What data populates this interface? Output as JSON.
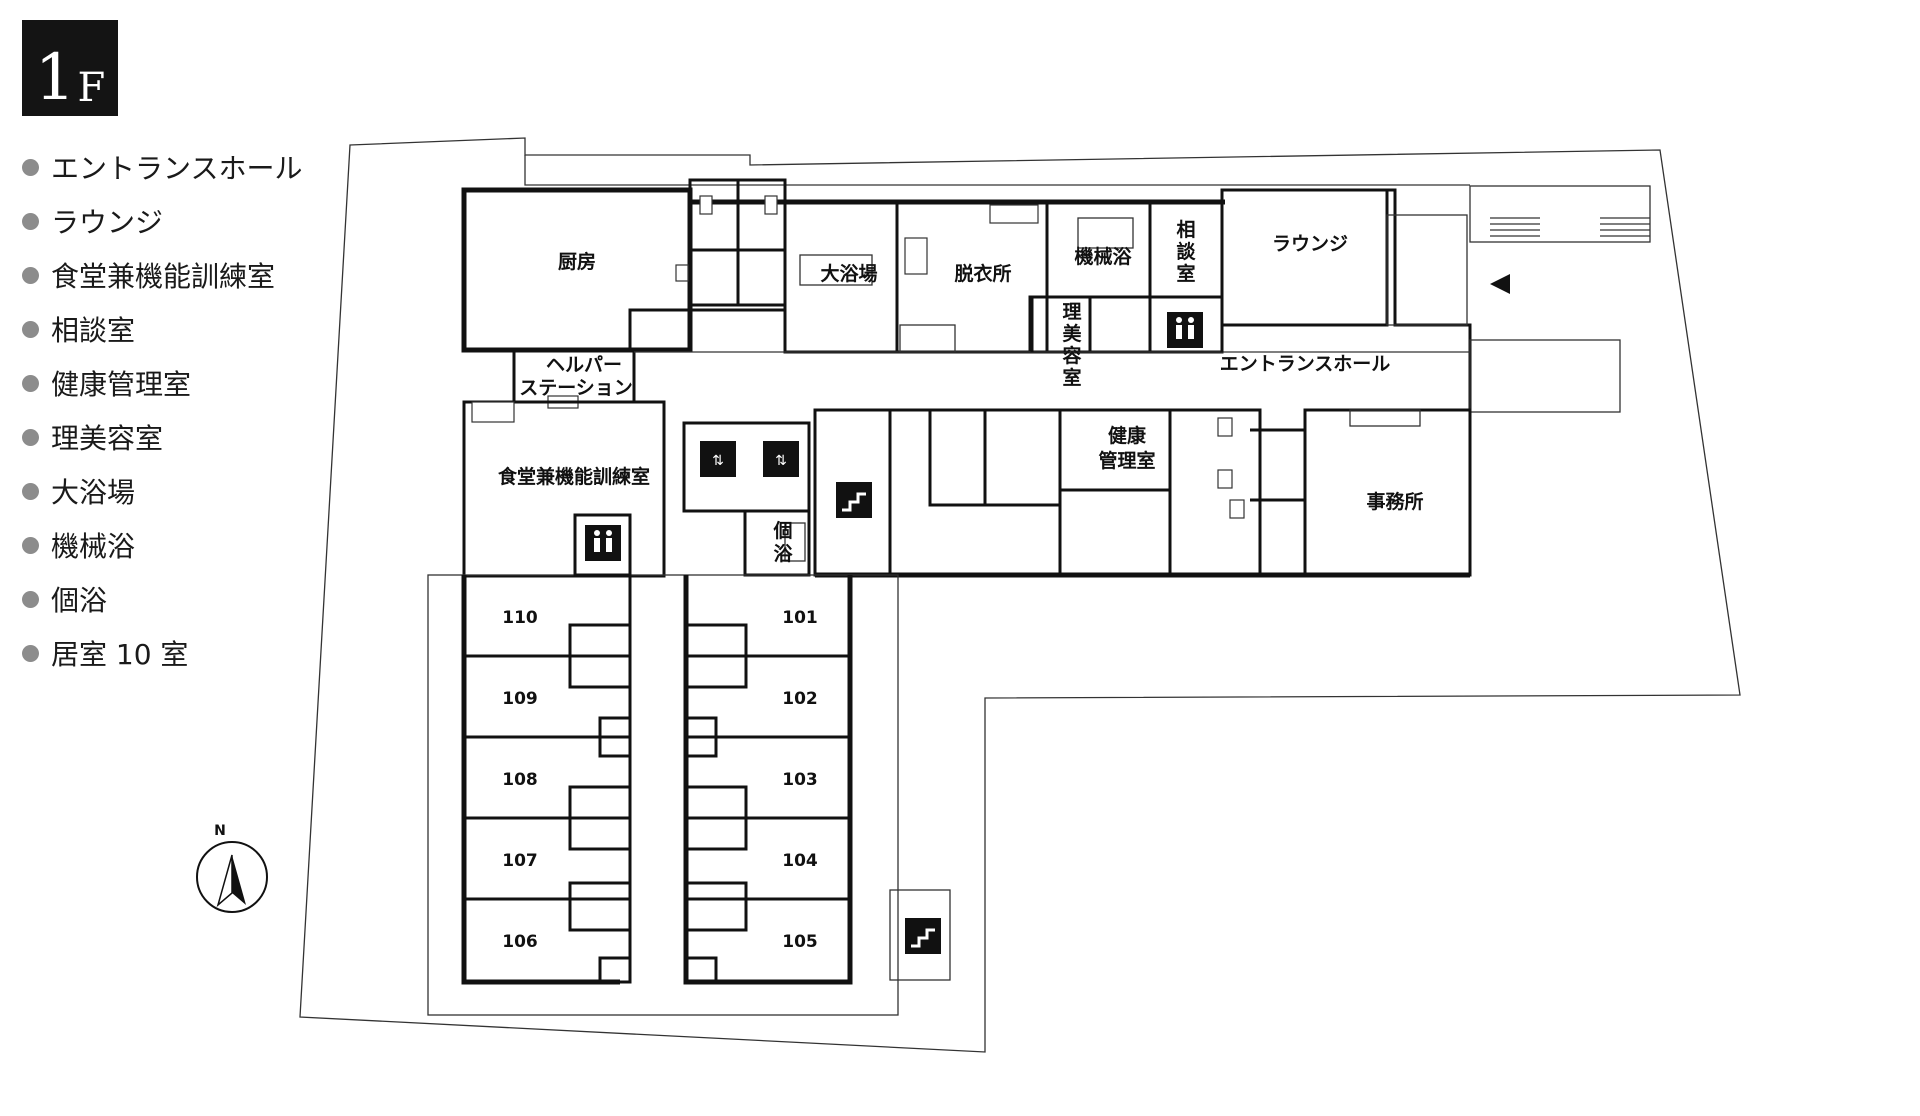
{
  "floor": {
    "number": "1",
    "suffix": "F"
  },
  "legend": [
    "エントランスホール",
    "ラウンジ",
    "食堂兼機能訓練室",
    "相談室",
    "健康管理室",
    "理美容室",
    "大浴場",
    "機械浴",
    "個浴",
    "居室 10 室"
  ],
  "rooms": {
    "kitchen": "厨房",
    "helper_station_1": "ヘルパー",
    "helper_station_2": "ステーション",
    "dining": "食堂兼機能訓練室",
    "large_bath": "大浴場",
    "dressing": "脱衣所",
    "machine_bath": "機械浴",
    "consult_1": "相",
    "consult_2": "談",
    "consult_3": "室",
    "beauty_1": "理",
    "beauty_2": "美",
    "beauty_3": "容",
    "beauty_4": "室",
    "lounge": "ラウンジ",
    "entrance": "エントランスホール",
    "health_1": "健康",
    "health_2": "管理室",
    "office": "事務所",
    "private_bath_1": "個",
    "private_bath_2": "浴"
  },
  "resident_rooms": {
    "west": [
      "110",
      "109",
      "108",
      "107",
      "106"
    ],
    "east": [
      "101",
      "102",
      "103",
      "104",
      "105"
    ]
  },
  "compass": "N",
  "icons": [
    "elevator-icon",
    "restroom-icon",
    "stairs-icon",
    "entrance-arrow-icon"
  ]
}
